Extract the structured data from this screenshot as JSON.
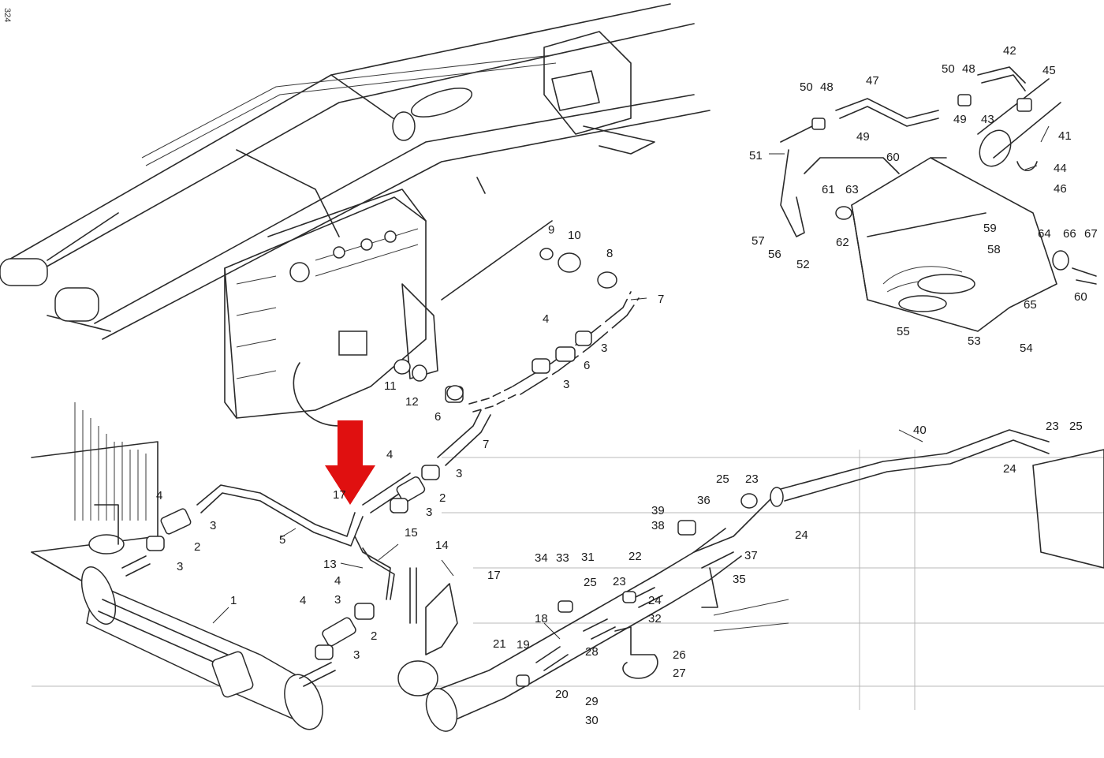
{
  "page": {
    "corner_mark": "324"
  },
  "callout": {
    "color": "#e01010"
  },
  "part_labels": [
    {
      "id": "l1",
      "text": "1"
    },
    {
      "id": "l2a",
      "text": "2"
    },
    {
      "id": "l2b",
      "text": "2"
    },
    {
      "id": "l2c",
      "text": "2"
    },
    {
      "id": "l3a",
      "text": "3"
    },
    {
      "id": "l3b",
      "text": "3"
    },
    {
      "id": "l3c",
      "text": "3"
    },
    {
      "id": "l3d",
      "text": "3"
    },
    {
      "id": "l3e",
      "text": "3"
    },
    {
      "id": "l3f",
      "text": "3"
    },
    {
      "id": "l3g",
      "text": "3"
    },
    {
      "id": "l3h",
      "text": "3"
    },
    {
      "id": "l4a",
      "text": "4"
    },
    {
      "id": "l4b",
      "text": "4"
    },
    {
      "id": "l4c",
      "text": "4"
    },
    {
      "id": "l4d",
      "text": "4"
    },
    {
      "id": "l4e",
      "text": "4"
    },
    {
      "id": "l5",
      "text": "5"
    },
    {
      "id": "l6a",
      "text": "6"
    },
    {
      "id": "l6b",
      "text": "6"
    },
    {
      "id": "l7a",
      "text": "7"
    },
    {
      "id": "l7b",
      "text": "7"
    },
    {
      "id": "l8",
      "text": "8"
    },
    {
      "id": "l9",
      "text": "9"
    },
    {
      "id": "l10",
      "text": "10"
    },
    {
      "id": "l11",
      "text": "11"
    },
    {
      "id": "l12",
      "text": "12"
    },
    {
      "id": "l13",
      "text": "13"
    },
    {
      "id": "l15",
      "text": "15"
    },
    {
      "id": "l17a",
      "text": "17"
    },
    {
      "id": "l14",
      "text": "14"
    },
    {
      "id": "l17b",
      "text": "17"
    },
    {
      "id": "l18",
      "text": "18"
    },
    {
      "id": "l19",
      "text": "19"
    },
    {
      "id": "l20",
      "text": "20"
    },
    {
      "id": "l21",
      "text": "21"
    },
    {
      "id": "l22",
      "text": "22"
    },
    {
      "id": "l23a",
      "text": "23"
    },
    {
      "id": "l23b",
      "text": "23"
    },
    {
      "id": "l23c",
      "text": "23"
    },
    {
      "id": "l24a",
      "text": "24"
    },
    {
      "id": "l24b",
      "text": "24"
    },
    {
      "id": "l24c",
      "text": "24"
    },
    {
      "id": "l25a",
      "text": "25"
    },
    {
      "id": "l25b",
      "text": "25"
    },
    {
      "id": "l25c",
      "text": "25"
    },
    {
      "id": "l26",
      "text": "26"
    },
    {
      "id": "l27",
      "text": "27"
    },
    {
      "id": "l28",
      "text": "28"
    },
    {
      "id": "l29",
      "text": "29"
    },
    {
      "id": "l30",
      "text": "30"
    },
    {
      "id": "l31",
      "text": "31"
    },
    {
      "id": "l32",
      "text": "32"
    },
    {
      "id": "l33",
      "text": "33"
    },
    {
      "id": "l34",
      "text": "34"
    },
    {
      "id": "l35",
      "text": "35"
    },
    {
      "id": "l36",
      "text": "36"
    },
    {
      "id": "l37",
      "text": "37"
    },
    {
      "id": "l38",
      "text": "38"
    },
    {
      "id": "l39",
      "text": "39"
    },
    {
      "id": "l40",
      "text": "40"
    },
    {
      "id": "l41",
      "text": "41"
    },
    {
      "id": "l42",
      "text": "42"
    },
    {
      "id": "l43",
      "text": "43"
    },
    {
      "id": "l44",
      "text": "44"
    },
    {
      "id": "l45",
      "text": "45"
    },
    {
      "id": "l46",
      "text": "46"
    },
    {
      "id": "l47",
      "text": "47"
    },
    {
      "id": "l48a",
      "text": "48"
    },
    {
      "id": "l48b",
      "text": "48"
    },
    {
      "id": "l49a",
      "text": "49"
    },
    {
      "id": "l49b",
      "text": "49"
    },
    {
      "id": "l50a",
      "text": "50"
    },
    {
      "id": "l50b",
      "text": "50"
    },
    {
      "id": "l51",
      "text": "51"
    },
    {
      "id": "l52",
      "text": "52"
    },
    {
      "id": "l53",
      "text": "53"
    },
    {
      "id": "l54",
      "text": "54"
    },
    {
      "id": "l55",
      "text": "55"
    },
    {
      "id": "l56",
      "text": "56"
    },
    {
      "id": "l57",
      "text": "57"
    },
    {
      "id": "l58",
      "text": "58"
    },
    {
      "id": "l59",
      "text": "59"
    },
    {
      "id": "l60a",
      "text": "60"
    },
    {
      "id": "l60b",
      "text": "60"
    },
    {
      "id": "l61",
      "text": "61"
    },
    {
      "id": "l62",
      "text": "62"
    },
    {
      "id": "l63",
      "text": "63"
    },
    {
      "id": "l64",
      "text": "64"
    },
    {
      "id": "l65",
      "text": "65"
    },
    {
      "id": "l66",
      "text": "66"
    },
    {
      "id": "l67",
      "text": "67"
    }
  ]
}
